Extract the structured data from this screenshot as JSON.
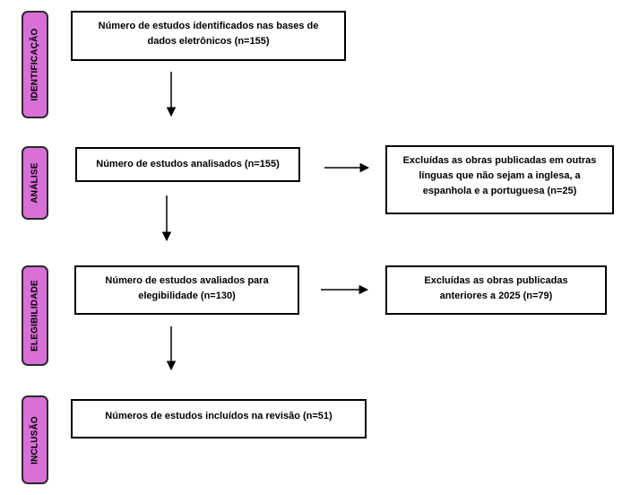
{
  "stages": [
    {
      "label": "IDENTIFICAÇÃO"
    },
    {
      "label": "ANÁLISE"
    },
    {
      "label": "ELEGIBILIDADE"
    },
    {
      "label": "INCLUSÃO"
    }
  ],
  "boxes": {
    "identified": [
      "Número de estudos identificados nas bases de",
      "dados eletrônicos (n=155)"
    ],
    "analyzed": [
      "Número de estudos analisados (n=155)"
    ],
    "excluded_language": [
      "Excluídas as obras publicadas em outras",
      "línguas que não sejam a inglesa, a",
      "espanhola e a portuguesa (n=25)"
    ],
    "eligibility": [
      "Número de estudos avaliados para",
      "elegibilidade (n=130)"
    ],
    "excluded_date": [
      "Excluídas as obras publicadas",
      "anteriores a 2025 (n=79)"
    ],
    "included": [
      "Números de estudos incluídos na revisão (n=51)"
    ]
  },
  "colors": {
    "stage_fill": "#d870d8",
    "stage_border": "#2a2a2a",
    "box_border": "#000000",
    "arrow": "#000000"
  }
}
